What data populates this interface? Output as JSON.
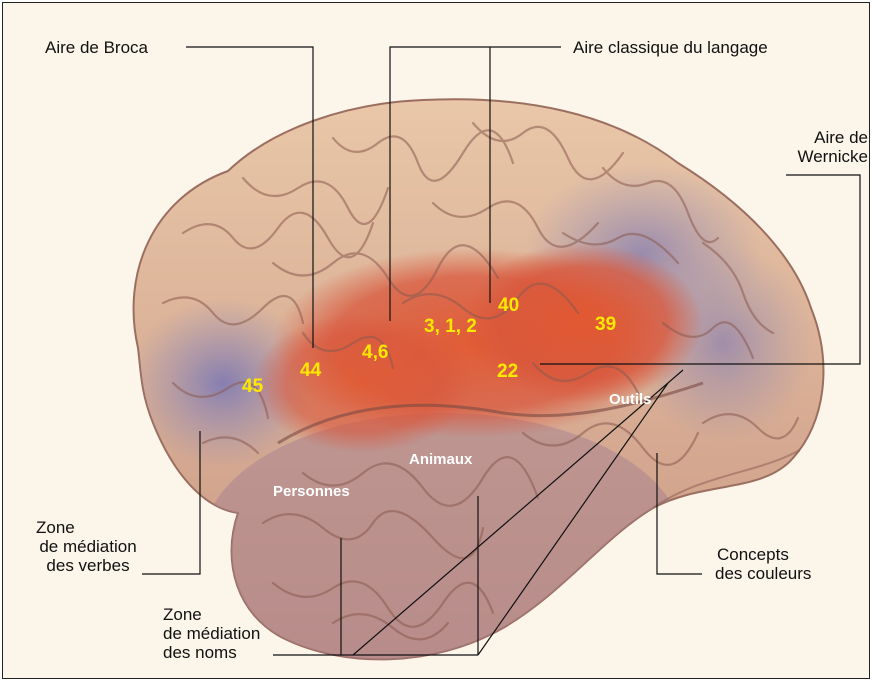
{
  "labels": {
    "broca": "Aire de Broca",
    "classique": "Aire classique du langage",
    "wernicke_1": "Aire de",
    "wernicke_2": "Wernicke",
    "verbes_1": "Zone",
    "verbes_2": "de médiation",
    "verbes_3": "des verbes",
    "noms_1": "Zone",
    "noms_2": "de médiation",
    "noms_3": "des noms",
    "couleurs_1": "Concepts",
    "couleurs_2": "des couleurs"
  },
  "areas": {
    "a45": "45",
    "a44": "44",
    "a46": "4,6",
    "a312": "3, 1, 2",
    "a40": "40",
    "a39": "39",
    "a22": "22"
  },
  "categories": {
    "personnes": "Personnes",
    "animaux": "Animaux",
    "outils": "Outils"
  },
  "colors": {
    "number_label": "#ffe800",
    "category_label": "#ffffff",
    "language_area": "#d9553a",
    "mediation_area": "#8e89b8"
  }
}
